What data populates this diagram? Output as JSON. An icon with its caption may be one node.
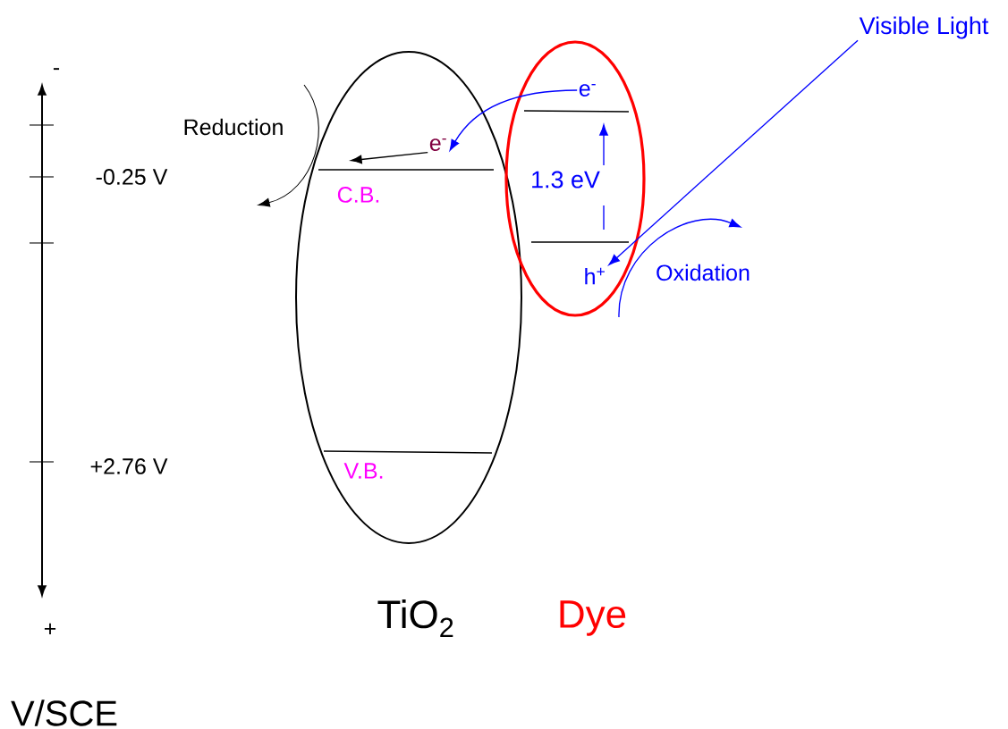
{
  "diagram": {
    "nodes": [
      {
        "text": [],
        "shape": "ellipse"
      },
      {
        "text": [],
        "shape": "ellipse"
      },
      {
        "text": [
          "e$^{-}$"
        ],
        "in": 1
      },
      {
        "text": [
          "e$^{-}$"
        ],
        "in": 0
      },
      {
        "text": [
          "Visible Light"
        ]
      },
      {
        "text": [
          "h$^{+}$"
        ],
        "in": 1
      }
    ],
    "edges": [
      {
        "from": 2,
        "to": 3,
        "arrow": "to",
        "color": "#0000ff"
      },
      {
        "from": 3,
        "to": null,
        "arrow": "to",
        "color": "#000000"
      },
      {
        "from": 4,
        "to": 5,
        "arrow": "to",
        "color": "#0000ff"
      }
    ],
    "labels": [
      "-",
      "Reduction",
      "-0.25 V",
      "C.B.",
      "1.3 eV",
      "Oxidation",
      "+2.76 V",
      "V.B.",
      "+",
      "TiO$_{2}$",
      "Dye",
      "V/SCE"
    ]
  }
}
